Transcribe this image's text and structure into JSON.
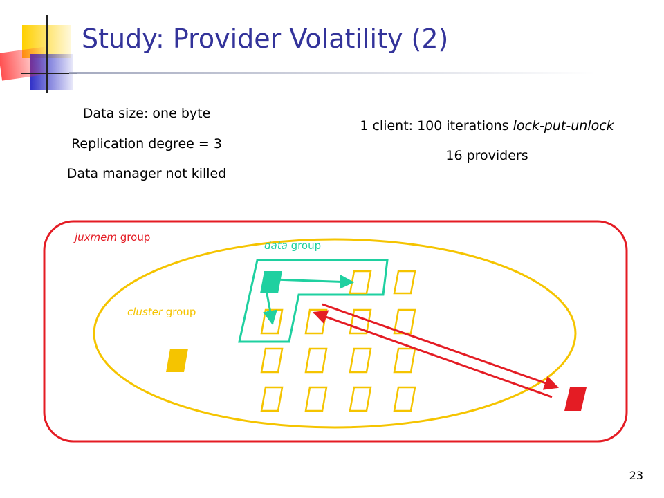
{
  "slide": {
    "title": "Study: Provider Volatility (2)",
    "page_number": "23"
  },
  "left_info": {
    "lines": [
      "Data size: one byte",
      "Replication degree = 3",
      "Data manager not killed"
    ]
  },
  "right_info": {
    "line1_prefix": "1 client: 100 iterations ",
    "line1_italic": "lock-put-unlock",
    "line2": "16 providers"
  },
  "diagram": {
    "juxmem_group": {
      "italic": "juxmem",
      "rest": " group"
    },
    "data_group": {
      "italic": "data",
      "rest": " group"
    },
    "cluster_group": {
      "italic": "cluster",
      "rest": " group"
    },
    "colors": {
      "title": "#33339a",
      "juxmem": "#e41c24",
      "cluster": "#f5c400",
      "data": "#1fd0a0",
      "accent_blue": "#3232c8"
    }
  }
}
